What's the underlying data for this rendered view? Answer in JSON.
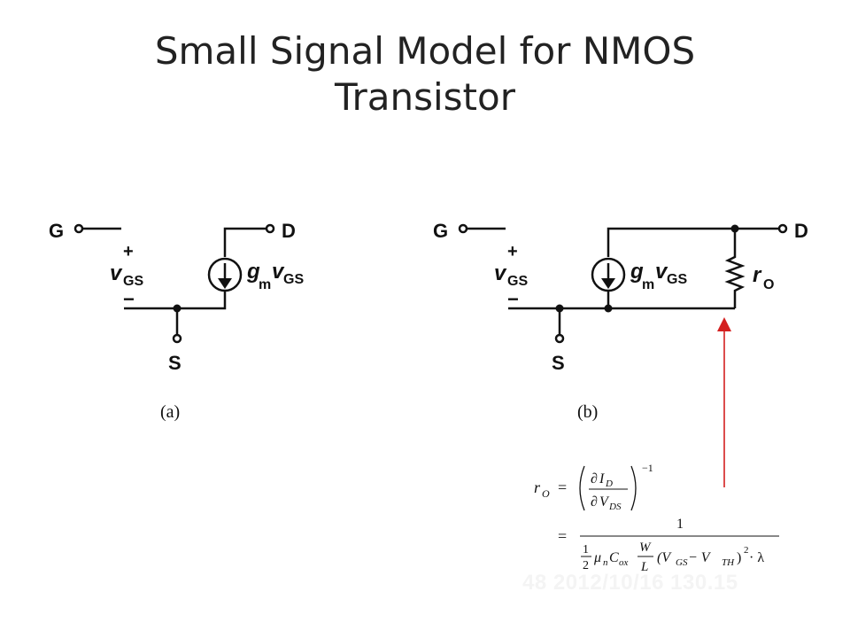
{
  "slide": {
    "title_line1": "Small Signal Model for NMOS",
    "title_line2": "Transistor"
  },
  "circuit_a": {
    "gate": "G",
    "drain": "D",
    "source": "S",
    "plus": "+",
    "minus": "−",
    "vgs_v": "v",
    "vgs_sub": "GS",
    "gm_g": "g",
    "gm_sub": "m",
    "gm_v": "v",
    "gm_vsub": "GS",
    "caption": "(a)"
  },
  "circuit_b": {
    "gate": "G",
    "drain": "D",
    "source": "S",
    "plus": "+",
    "minus": "−",
    "vgs_v": "v",
    "vgs_sub": "GS",
    "gm_g": "g",
    "gm_sub": "m",
    "gm_v": "v",
    "gm_vsub": "GS",
    "ro_r": "r",
    "ro_sub": "O",
    "caption": "(b)"
  },
  "equation": {
    "lhs_r": "r",
    "lhs_sub": "O",
    "eq": "=",
    "d": "∂",
    "I": "I",
    "I_sub": "D",
    "V": "V",
    "V_sub_ds": "DS",
    "exp_neg1": "−1",
    "one": "1",
    "half_num": "1",
    "half_den": "2",
    "mu": "μ",
    "mu_sub": "n",
    "C": "C",
    "C_sub": "ox",
    "W": "W",
    "L": "L",
    "paren_term": "(V",
    "vgs_sub": "GS",
    "minus": " − V",
    "vth_sub": "TH",
    "close": ")",
    "sq": "2",
    "dot_lambda": " · λ"
  },
  "watermark": "48 2012/10/16 130.15",
  "colors": {
    "arrow": "#d42020",
    "ink": "#111111",
    "title": "#222222"
  }
}
